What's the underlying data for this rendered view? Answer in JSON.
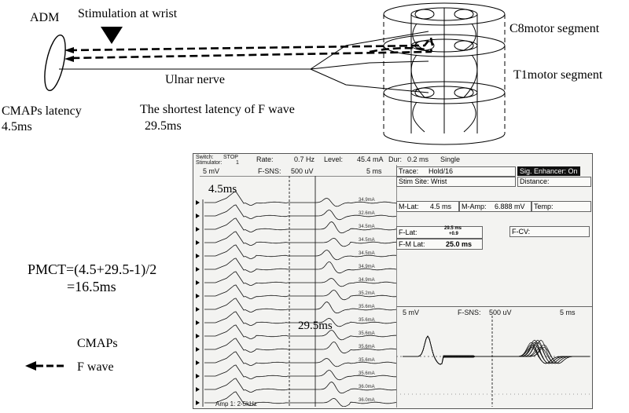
{
  "diagram": {
    "adm_label": "ADM",
    "stim_label": "Stimulation at wrist",
    "ulnar_label": "Ulnar nerve",
    "c8_label": "C8motor segment",
    "t1_label": "T1motor segment",
    "cmaps_latency_label": "CMAPs latency",
    "cmaps_latency_value": "4.5ms",
    "fwave_label": "The shortest latency of F wave",
    "fwave_value": "29.5ms",
    "pmct_line1": "PMCT=(4.5+29.5-1)/2",
    "pmct_line2": "=16.5ms",
    "legend": [
      {
        "label": "CMAPs",
        "style": "solid"
      },
      {
        "label": "F wave",
        "style": "dashed"
      }
    ]
  },
  "emg": {
    "switch_label": "Switch:",
    "switch_value": "STOP",
    "stimulator_label": "Stimulator:",
    "stimulator_value": "1",
    "rate_label": "Rate:",
    "rate_value": "0.7 Hz",
    "level_label": "Level:",
    "level_value": "45.4 mA",
    "dur_label": "Dur:",
    "dur_value": "0.2 ms",
    "mode_value": "Single",
    "left_sens": "5 mV",
    "left_fsns": "F-SNS:",
    "left_fsns_value": "500 uV",
    "left_time": "5 ms",
    "trace_label": "Trace:",
    "trace_value": "Hold/16",
    "sig_enhancer": "Sig. Enhancer: On",
    "stim_site": "Stim Site: Wrist",
    "distance_label": "Distance:",
    "m_lat_label": "M-Lat:",
    "m_lat_value": "4.5 ms",
    "m_amp_label": "M-Amp:",
    "m_amp_value": "6.888 mV",
    "temp_label": "Temp:",
    "f_lat_label": "F-Lat:",
    "f_lat_value": "29.5 ms",
    "f_lat_sub": "+0.9",
    "f_cv_label": "F-CV:",
    "fm_lat_label": "F-M Lat:",
    "fm_lat_value": "25.0 ms",
    "right_sens": "5 mV",
    "right_fsns": "F-SNS:",
    "right_fsns_value": "500 uV",
    "right_time": "5 ms",
    "amp_label": "Amp 1: 2-5kHz",
    "overlay_m_lat": "4.5ms",
    "overlay_f_lat": "29.5ms",
    "stim_levels": [
      "34.9mA",
      "32.6mA",
      "34.5mA",
      "34.5mA",
      "34.5mA",
      "34.9mA",
      "34.9mA",
      "35.2mA",
      "35.6mA",
      "35.6mA",
      "35.6mA",
      "35.6mA",
      "35.6mA",
      "35.6mA",
      "36.0mA",
      "36.0mA"
    ]
  }
}
